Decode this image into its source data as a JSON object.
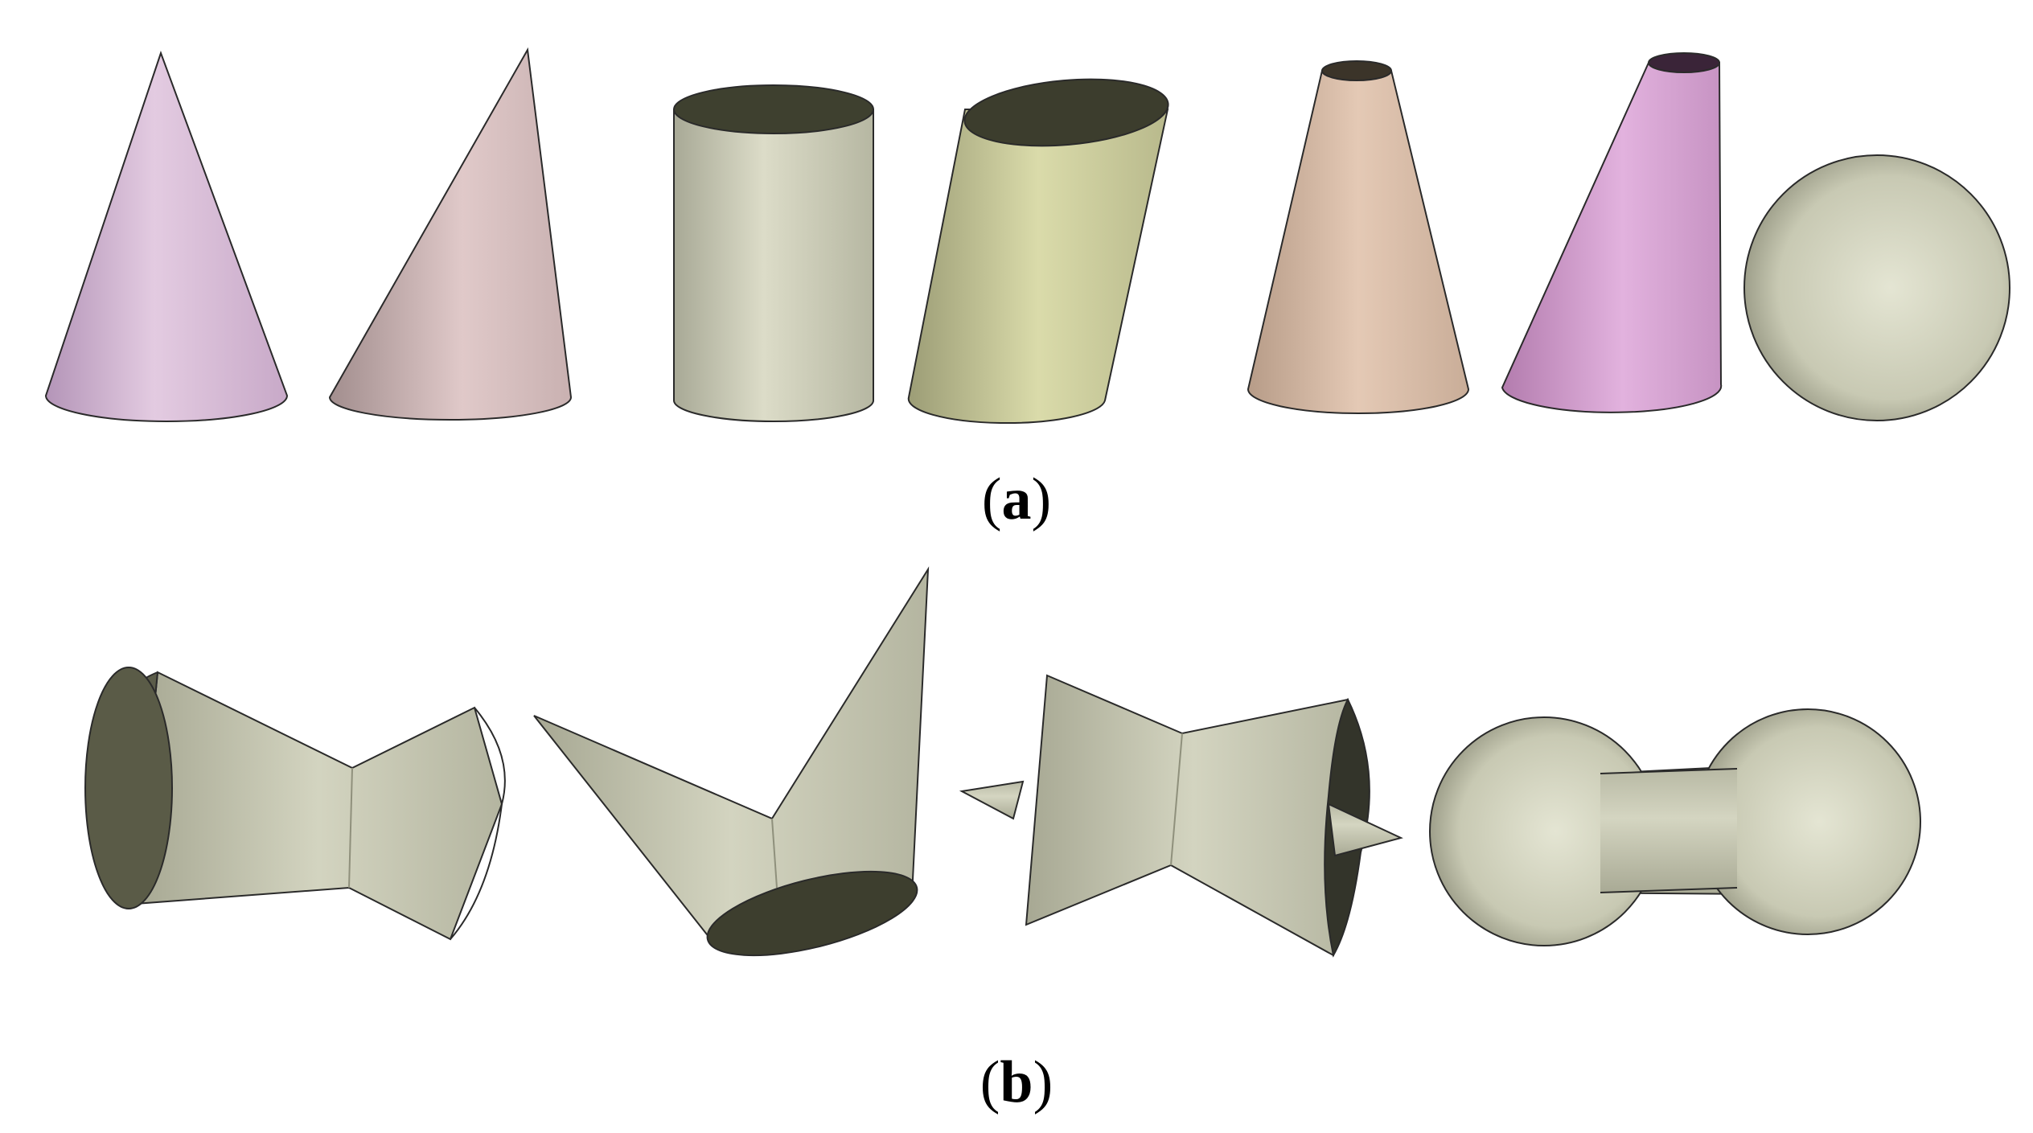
{
  "captions": {
    "a": {
      "open": "(",
      "letter": "a",
      "close": ")"
    },
    "b": {
      "open": "(",
      "letter": "b",
      "close": ")"
    }
  },
  "colors": {
    "background": "#ffffff",
    "cone_left": "#dcc3dc",
    "cone_oblique": "#dcc4c4",
    "cylinder_straight": "#d5d6c4",
    "cylinder_oblique": "#d6d7a6",
    "frustum_tan": "#e0c3ae",
    "frustum_pink": "#dba8d7",
    "sphere": "#d8dac6",
    "composite_gray": "#cfd0bb",
    "shadow_dark": "#3d3e2e",
    "outline": "#1e1e1e"
  },
  "shapes": {
    "row_a": [
      "cone",
      "oblique-cone",
      "cylinder",
      "oblique-cylinder",
      "frustum",
      "oblique-frustum",
      "sphere"
    ],
    "row_b": [
      "hourglass-cylinder",
      "double-cone",
      "hourglass-with-spikes",
      "dumbbell"
    ]
  }
}
